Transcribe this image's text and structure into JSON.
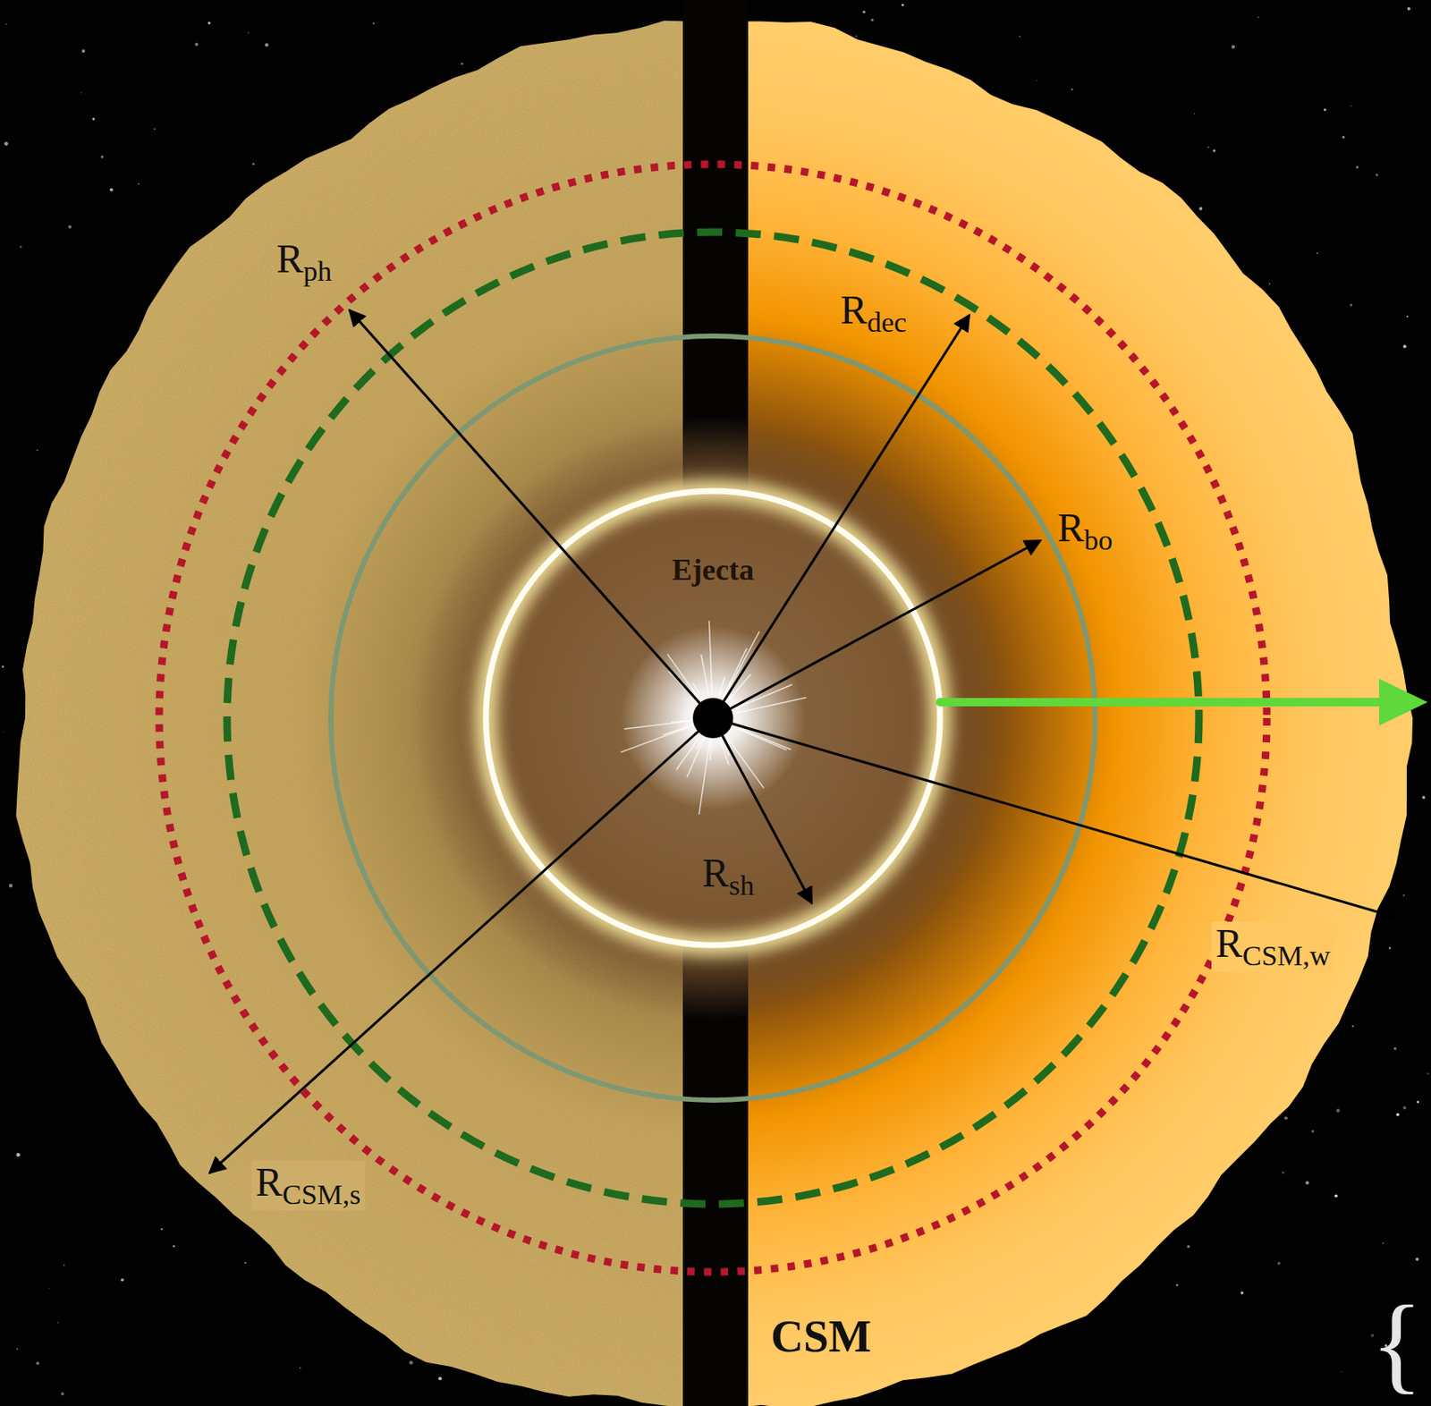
{
  "diagram": {
    "nodes": [
      {
        "text": [
          "CSM"
        ]
      },
      {
        "text": [
          "Ejecta"
        ],
        "in": 0
      }
    ],
    "labels": [
      "R",
      "ph",
      "R",
      "dec",
      "R",
      "bo",
      "R",
      "sh",
      "R",
      "CSM,w",
      "R",
      "CSM,s",
      "{"
    ]
  }
}
